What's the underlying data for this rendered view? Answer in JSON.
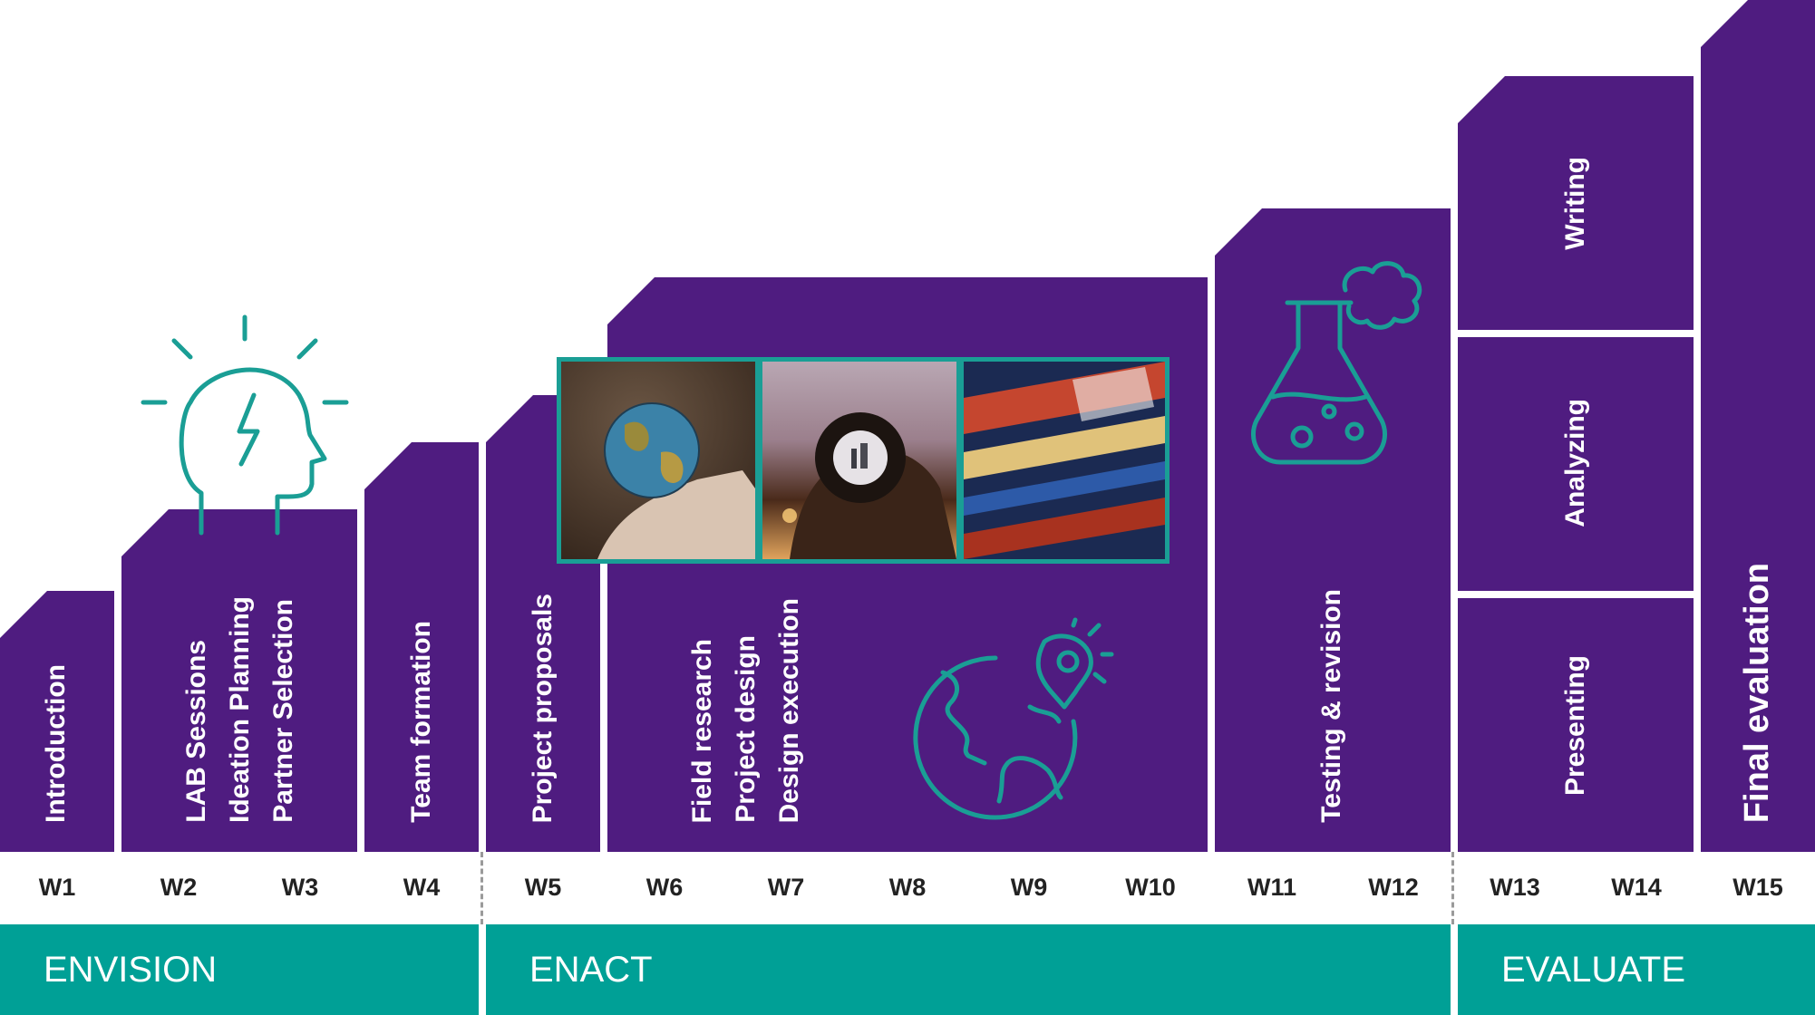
{
  "steps": {
    "w1": "Introduction",
    "w23": [
      "LAB Sessions",
      "Ideation Planning",
      "Partner Selection"
    ],
    "w4": "Team formation",
    "w5": "Project proposals",
    "w610": [
      "Field research",
      "Project design",
      "Design execution"
    ],
    "w1112": "Testing & revision",
    "w1314": [
      "Writing",
      "Analyzing",
      "Presenting"
    ],
    "w15": "Final evaluation"
  },
  "weeks": [
    "W1",
    "W2",
    "W3",
    "W4",
    "W5",
    "W6",
    "W7",
    "W8",
    "W9",
    "W10",
    "W11",
    "W12",
    "W13",
    "W14",
    "W15"
  ],
  "phases": [
    "ENVISION",
    "ENACT",
    "EVALUATE"
  ],
  "colors": {
    "block": "#4f1c80",
    "accent": "#00a096",
    "icon": "#1a9e95"
  },
  "icons": [
    "lightbulb-head-icon",
    "globe-location-icon",
    "flask-icon"
  ],
  "photos": [
    "globe-in-hand-photo",
    "lens-city-photo",
    "abstract-collage-photo"
  ]
}
